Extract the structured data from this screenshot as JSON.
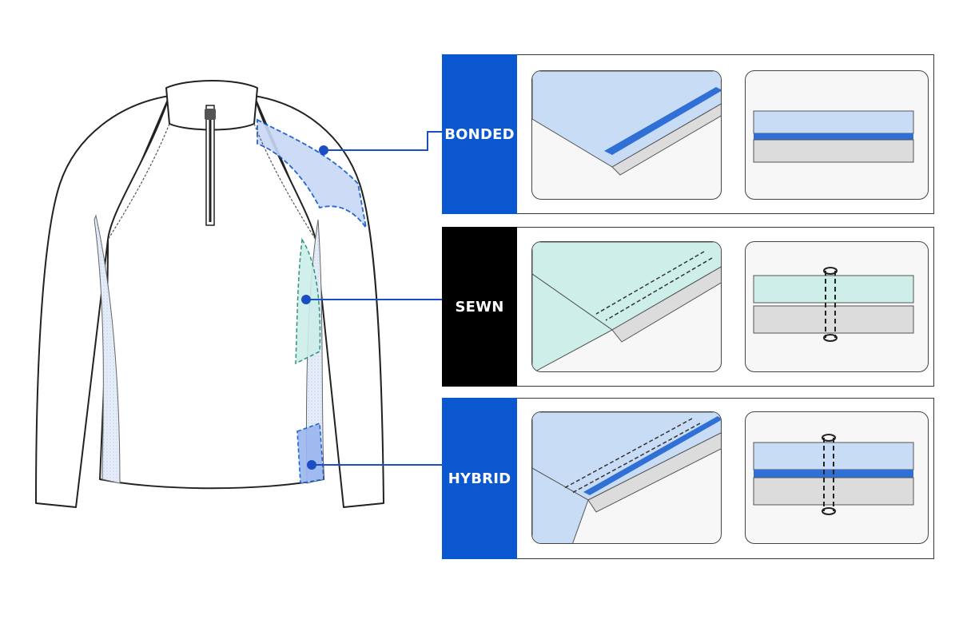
{
  "panels": [
    {
      "id": "bonded",
      "label": "BONDED",
      "color": "#0b57d0"
    },
    {
      "id": "sewn",
      "label": "SEWN",
      "color": "#000000"
    },
    {
      "id": "hybrid",
      "label": "HYBRID",
      "color": "#0b57d0"
    }
  ],
  "colors": {
    "panel_blue": "#0b57d0",
    "panel_black": "#000000",
    "fabric_blue": "#c8dcf6",
    "fabric_mint": "#cdeee9",
    "fabric_grey": "#dcdcdc",
    "bond_tape": "#2f6fd6",
    "leader_line": "#1a4fc4"
  },
  "icons": {
    "garment": "quarter-zip-long-sleeve-top-icon",
    "zipper": "zipper-icon",
    "seam_angle": "seam-angle-view-icon",
    "seam_cross": "seam-cross-section-icon",
    "stitch": "chain-stitch-icon"
  }
}
